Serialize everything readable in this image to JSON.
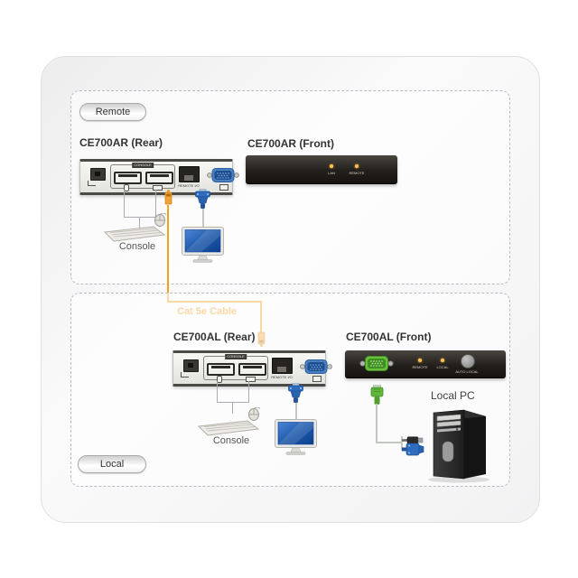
{
  "colors": {
    "cable_orange": "#F7A11A",
    "vga_blue": "#2E6CC0",
    "kvm_green": "#62B53C",
    "led_amber": "#FFC14A"
  },
  "remote": {
    "section_label": "Remote",
    "rear": {
      "title": "CE700AR (Rear)",
      "console_group_label": "CONSOLE",
      "rj45_label": "REMOTE I/O"
    },
    "front": {
      "title": "CE700AR (Front)",
      "led_labels": [
        "LAN",
        "REMOTE"
      ]
    },
    "console_caption": "Console"
  },
  "cable": {
    "label": "Cat 5e Cable"
  },
  "local": {
    "section_label": "Local",
    "rear": {
      "title": "CE700AL (Rear)",
      "console_group_label": "CONSOLE",
      "rj45_label": "REMOTE I/O"
    },
    "front": {
      "title": "CE700AL (Front)",
      "led_labels": [
        "REMOTE",
        "LOCAL"
      ],
      "button_label": "AUTO LOCAL"
    },
    "console_caption": "Console",
    "pc_caption": "Local PC"
  }
}
